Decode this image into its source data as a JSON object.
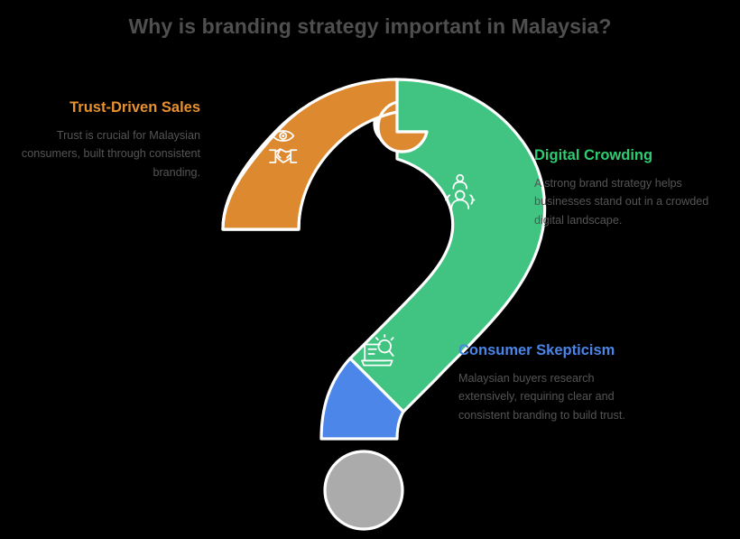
{
  "page": {
    "title": "Why is branding strategy important in Malaysia?",
    "background_color": "#000000",
    "title_color": "#4f4f4f"
  },
  "diagram": {
    "shape": "question-mark-puzzle",
    "dot_color": "#ababab",
    "segment_outline_color": "#ffffff",
    "segments": [
      {
        "id": "trust-driven-sales",
        "position": "upper-left-arc",
        "color": "#dd8930",
        "icon": "eye-handshake-icon",
        "icon_label": "trust"
      },
      {
        "id": "digital-crowding",
        "position": "upper-right-arc",
        "color": "#41c481",
        "icon": "people-crowd-icon",
        "icon_label": "crowd"
      },
      {
        "id": "consumer-skepticism",
        "position": "lower-tail",
        "color": "#4b86e8",
        "icon": "laptop-search-icon",
        "icon_label": "research"
      }
    ]
  },
  "callouts": [
    {
      "id": "trust-driven-sales",
      "heading": "Trust-Driven Sales",
      "heading_color": "#e8912e",
      "body": "Trust is crucial for Malaysian consumers, built through consistent branding.",
      "align": "right"
    },
    {
      "id": "digital-crowding",
      "heading": "Digital Crowding",
      "heading_color": "#2ecc71",
      "body": "A strong brand strategy helps businesses stand out in a crowded digital landscape.",
      "align": "left"
    },
    {
      "id": "consumer-skepticism",
      "heading": "Consumer Skepticism",
      "heading_color": "#4a85e8",
      "body": "Malaysian buyers research extensively, requiring clear and consistent branding to build trust.",
      "align": "left"
    }
  ]
}
